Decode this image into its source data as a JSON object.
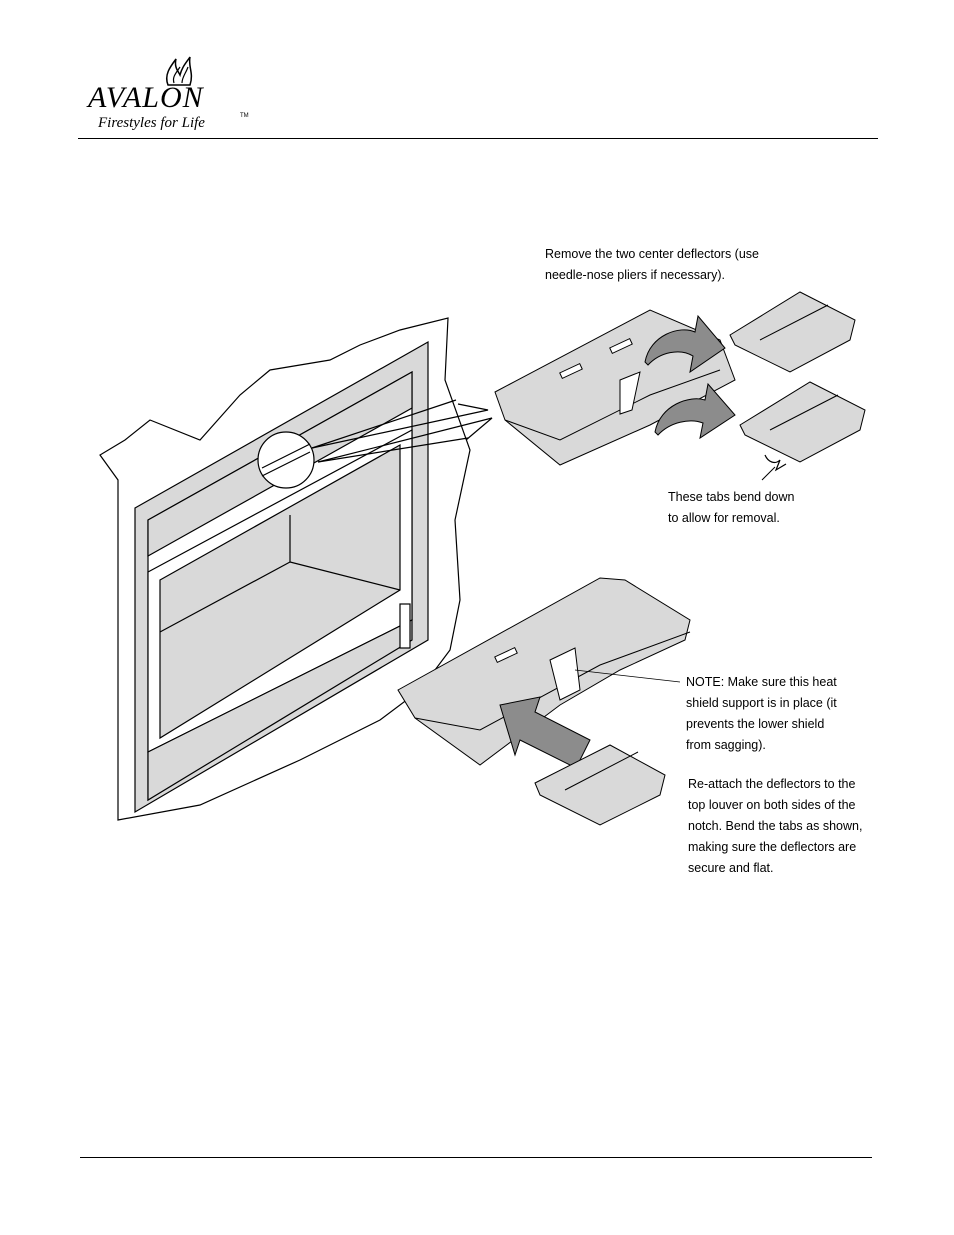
{
  "header": {
    "brand": "AVALON",
    "trademark": "TM",
    "tagline": "Firestyles for Life"
  },
  "callouts": {
    "remove": "Remove the two center deflectors (use\nneedle-nose pliers if necessary).",
    "tabs": "These tabs bend down\nto allow for removal.",
    "note_label": "NOTE:",
    "note_text": " Make sure this heat\nshield support is in place (it\nprevents the lower shield\nfrom sagging).",
    "reattach": "Re-attach the deflectors to the\ntop louver on both sides of the\nnotch.  Bend the tabs as shown,\nmaking sure the deflectors are\nsecure and flat."
  },
  "colors": {
    "panel_gray": "#d9d9d9",
    "arrow_gray": "#8c8c8c",
    "line": "#000000"
  }
}
